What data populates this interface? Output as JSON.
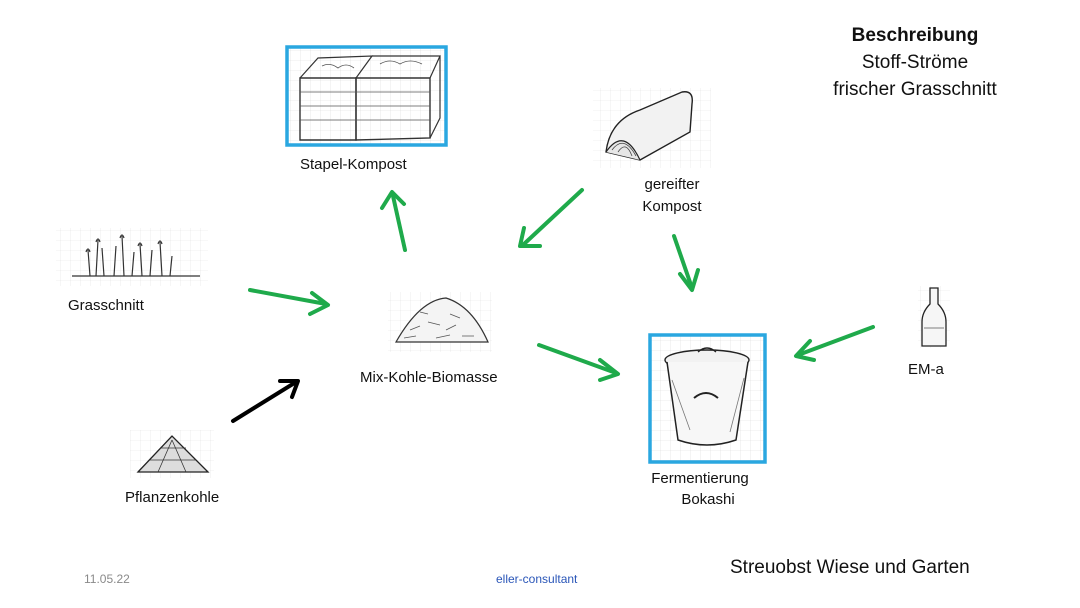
{
  "title": {
    "heading": "Beschreibung",
    "line1": "Stoff-Ströme",
    "line2": "frischer Grasschnitt"
  },
  "nodes": {
    "stapel_kompost": "Stapel-Kompost",
    "gereifter_kompost_1": "gereifter",
    "gereifter_kompost_2": "Kompost",
    "grasschnitt": "Grasschnitt",
    "mix": "Mix-Kohle-Biomasse",
    "pflanzenkohle": "Pflanzenkohle",
    "fermentierung_1": "Fermentierung",
    "fermentierung_2": "Bokashi",
    "em_a": "EM-a"
  },
  "footer": {
    "date": "11.05.22",
    "author": "eller-consultant",
    "title": "Streuobst Wiese und Garten"
  },
  "colors": {
    "arrow_green": "#1faa4b",
    "arrow_black": "#000000",
    "highlight_box": "#2aa7e0"
  }
}
